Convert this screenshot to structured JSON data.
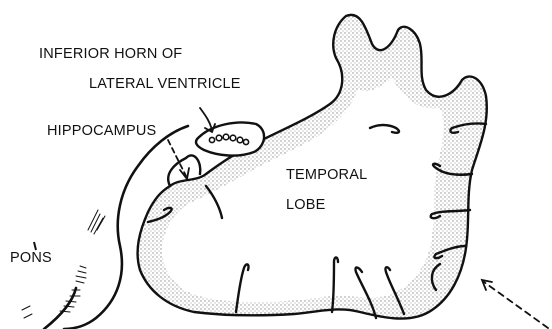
{
  "labels": {
    "inferior_horn_line1": "INFERIOR HORN OF",
    "inferior_horn_line2": "LATERAL VENTRICLE",
    "hippocampus": "HIPPOCAMPUS",
    "temporal_line1": "TEMPORAL",
    "temporal_line2": "LOBE",
    "pons": "PONS"
  },
  "colors": {
    "ink": "#111111",
    "stipple": "#9a9a9a",
    "background": "#ffffff"
  }
}
